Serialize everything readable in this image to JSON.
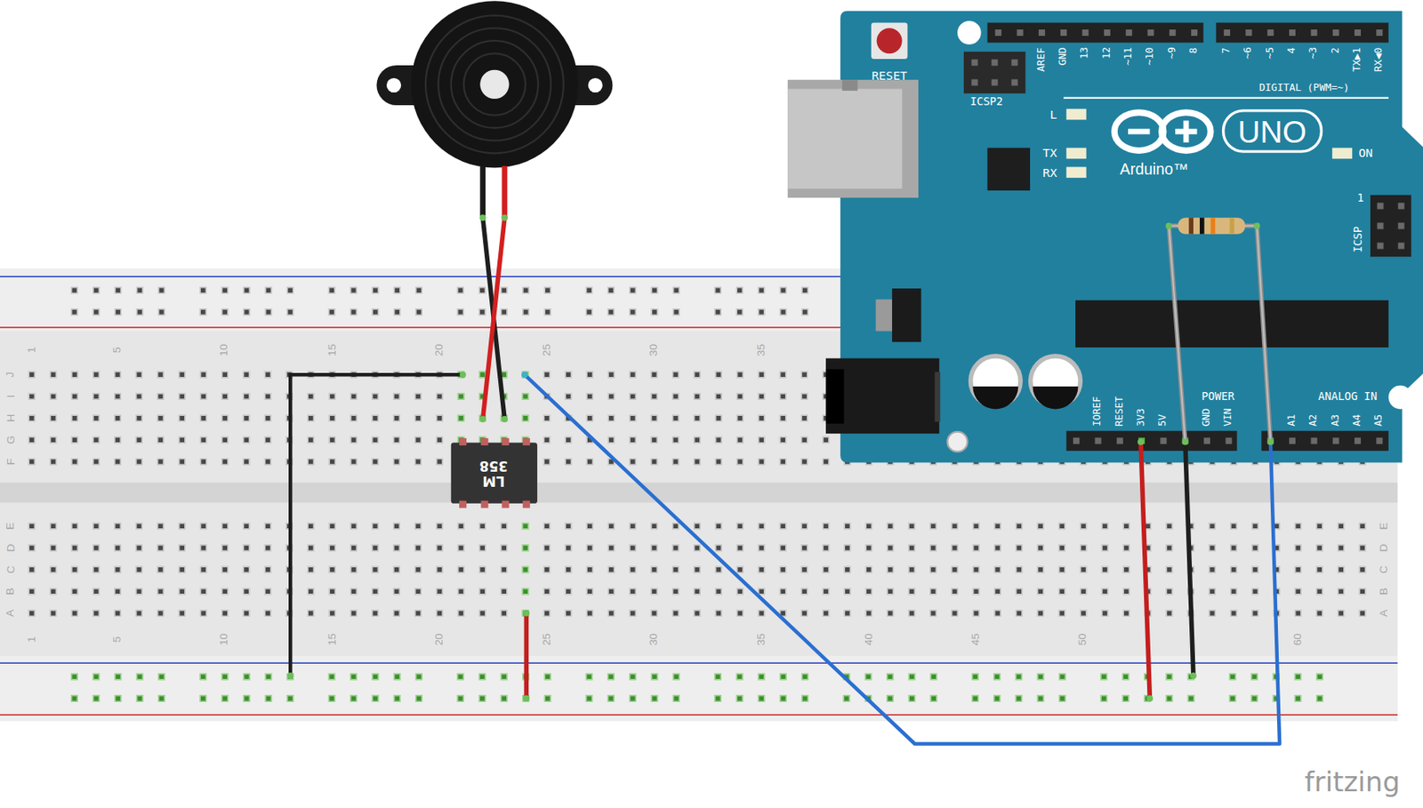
{
  "diagram": {
    "nodes": [
      {
        "text": [
          "RESET",
          "AREF",
          "GND",
          "13",
          "12",
          "~11",
          "~10",
          "~9",
          "8",
          "7",
          "~6",
          "~5",
          "4",
          "~3",
          "2",
          "TX▶1",
          "RX◀0",
          "ICSP2",
          "DIGITAL (PWM=~)",
          "L",
          "UNO",
          "TX",
          "Arduino™",
          "ON",
          "RX",
          "1",
          "ICSP",
          "POWER",
          "ANALOG IN",
          "IOREF",
          "RESET",
          "3V3",
          "5V",
          "GND",
          "VIN",
          "A1",
          "A2",
          "A3",
          "A4",
          "A5"
        ]
      },
      {
        "text": [
          "LM 358"
        ]
      }
    ],
    "labels": [
      "1",
      "5",
      "10",
      "15",
      "20",
      "25",
      "30",
      "35",
      "J",
      "I",
      "H",
      "G",
      "F",
      "E",
      "D",
      "C",
      "B",
      "A",
      "1",
      "5",
      "10",
      "15",
      "20",
      "25",
      "30",
      "35",
      "40",
      "45",
      "50",
      "60",
      "E",
      "D",
      "C",
      "B",
      "A",
      "fritzing"
    ]
  }
}
